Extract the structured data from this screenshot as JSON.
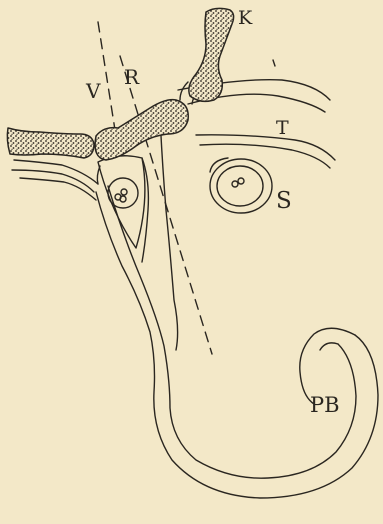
{
  "figure": {
    "background": "#f3e8c8",
    "ink": "#2a2620",
    "labels": {
      "k": "K",
      "v": "V",
      "r": "R",
      "t": "T",
      "s": "S",
      "pb": "PB"
    }
  }
}
